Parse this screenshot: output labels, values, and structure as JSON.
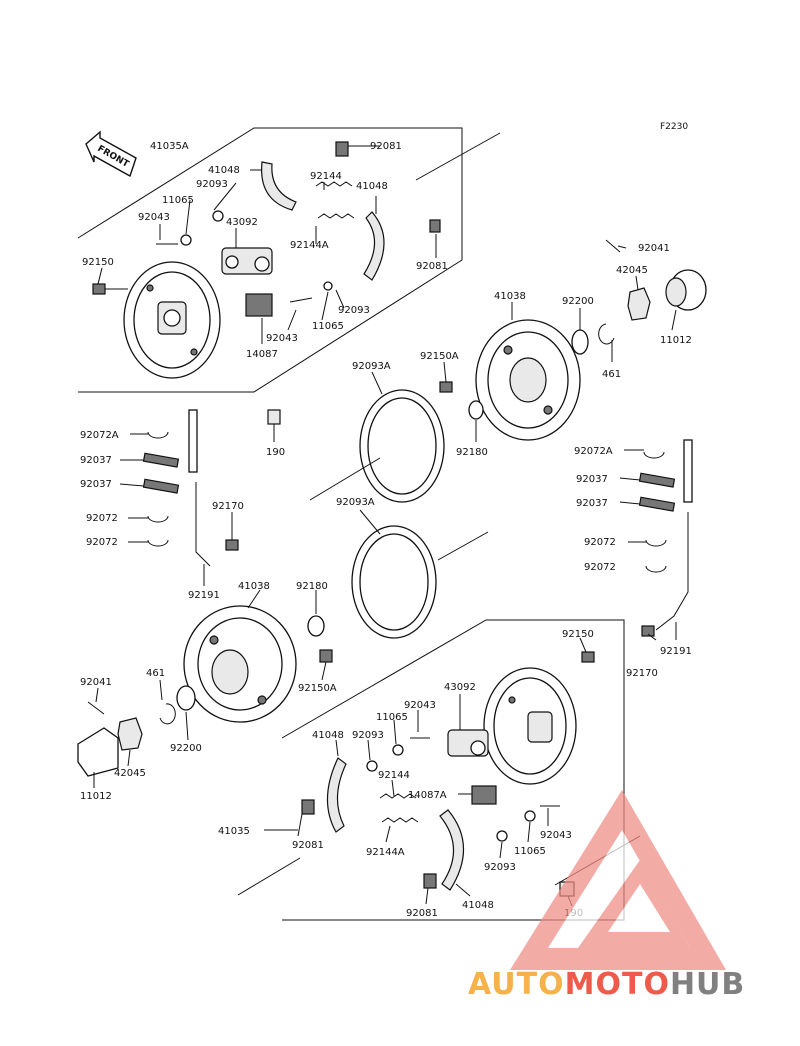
{
  "figure_code": "F2230",
  "front_arrow_label": "FRONT",
  "part_labels": [
    "41035A",
    "41048",
    "92081",
    "92093",
    "92144",
    "41048",
    "11065",
    "92043",
    "43092",
    "92144A",
    "92150",
    "92081",
    "92093",
    "11065",
    "92043",
    "14087",
    "41038",
    "92200",
    "92041",
    "42045",
    "11012",
    "461",
    "92150A",
    "92093A",
    "92180",
    "92072A",
    "92037",
    "92037",
    "92072",
    "92072",
    "190",
    "92170",
    "92191",
    "92093A",
    "92072A",
    "92037",
    "92037",
    "92072",
    "92072",
    "41038",
    "92180",
    "92150A",
    "461",
    "92041",
    "42045",
    "11012",
    "92200",
    "92150",
    "92170",
    "92191",
    "43092",
    "92043",
    "11065",
    "41048",
    "92093",
    "92144",
    "14087A",
    "41035",
    "92081",
    "92144A",
    "92043",
    "11065",
    "92093",
    "41048",
    "92081",
    "190"
  ],
  "watermark": {
    "part1": "AUTO",
    "part2": "MOTO",
    "part3": "HUB",
    "color1": "#f6b24a",
    "color2": "#ef5a4b",
    "color3": "#808080"
  }
}
